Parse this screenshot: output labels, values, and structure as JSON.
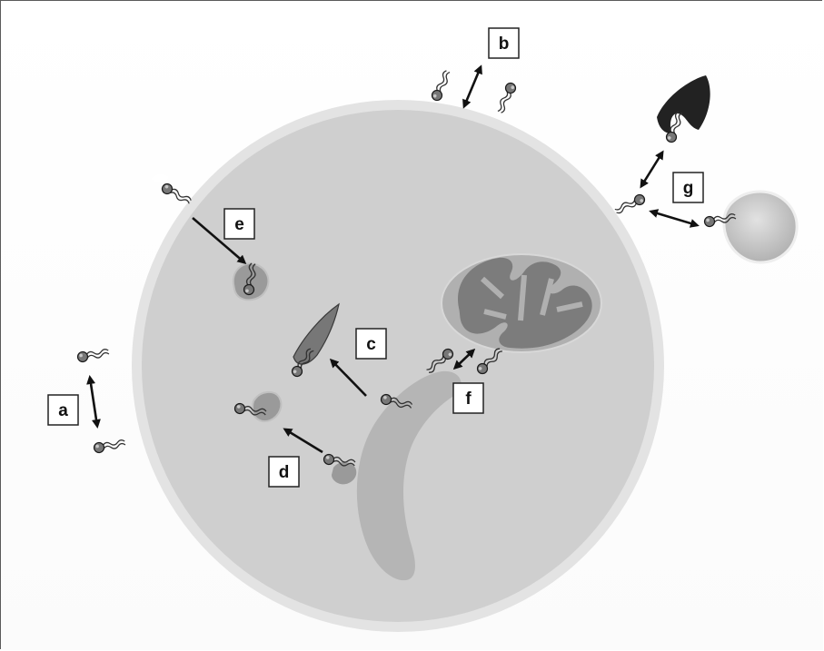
{
  "labels": {
    "a": "a",
    "b": "b",
    "c": "c",
    "d": "d",
    "e": "e",
    "f": "f",
    "g": "g"
  },
  "colors": {
    "cell_membrane": "#e3e3e3",
    "cytoplasm": "#cfcfcf",
    "er_tubule": "#b5b5b5",
    "mitochondrion_outer": "#b0b0b0",
    "mitochondrion_inner": "#7c7c7c",
    "vesicle": "#9a9a9a",
    "lipid_droplet": "#c8c8c8",
    "protein_dark": "#222222"
  }
}
